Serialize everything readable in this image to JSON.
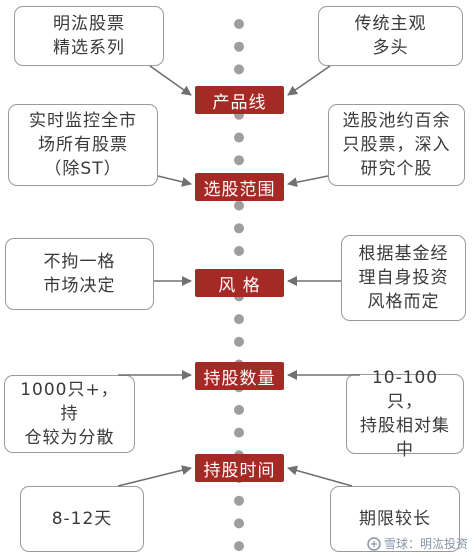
{
  "categories": [
    {
      "label": "产品线",
      "left": "明汯股票\n精选系列",
      "right": "传统主观\n多头"
    },
    {
      "label": "选股范围",
      "left": "实时监控全市\n场所有股票\n（除ST）",
      "right": "选股池约百余\n只股票，深入\n研究个股"
    },
    {
      "label": "风 格",
      "left": "不拘一格\n市场决定",
      "right": "根据基金经\n理自身投资\n风格而定"
    },
    {
      "label": "持股数量",
      "left": "1000只+，持\n仓较为分散",
      "right": "10-100只，\n持股相对集中"
    },
    {
      "label": "持股时间",
      "left": "8-12天",
      "right": "期限较长"
    }
  ],
  "watermark": "雪球：明汯投资",
  "colors": {
    "accent": "#a52a25",
    "dot": "#9e9e9e",
    "border": "#9a9a9a",
    "arrow": "#707070"
  }
}
